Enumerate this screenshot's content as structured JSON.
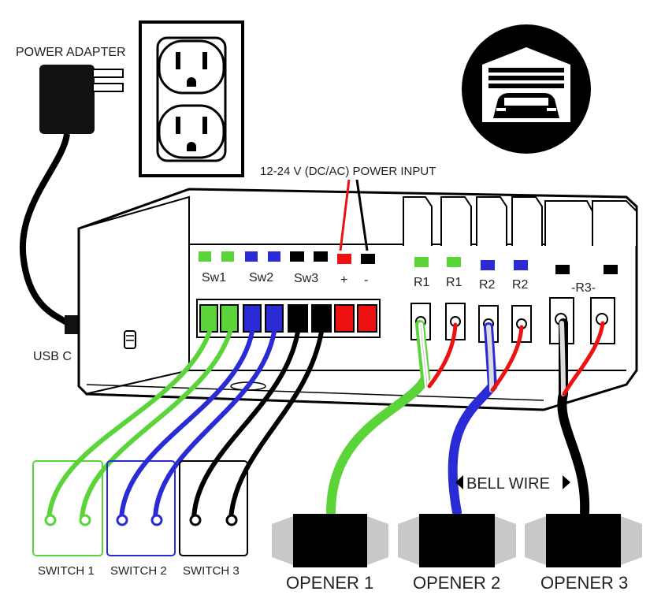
{
  "labels": {
    "power_adapter": "POWER ADAPTER",
    "usb_c": "USB C",
    "power_input": "12-24 V (DC/AC) POWER INPUT",
    "bell_wire": "BELL WIRE"
  },
  "terminal_labels": {
    "sw1": "Sw1",
    "sw2": "Sw2",
    "sw3": "Sw3",
    "plus": "+",
    "minus": "-",
    "r1a": "R1",
    "r1b": "R1",
    "r2a": "R2",
    "r2b": "R2",
    "r3": "-R3-"
  },
  "switches": [
    {
      "label": "SWITCH 1",
      "color": "#5bd43a"
    },
    {
      "label": "SWITCH 2",
      "color": "#2b2bd6"
    },
    {
      "label": "SWITCH 3",
      "color": "#000000"
    }
  ],
  "openers": [
    {
      "label": "OPENER 1",
      "color": "#5bd43a"
    },
    {
      "label": "OPENER 2",
      "color": "#2b2bd6"
    },
    {
      "label": "OPENER 3",
      "color": "#000000"
    }
  ],
  "colors": {
    "green": "#5bd43a",
    "blue": "#2b2bd6",
    "black": "#000000",
    "red": "#ee1111",
    "gray": "#c8c8c8",
    "white": "#ffffff"
  },
  "icons": {
    "garage": "garage-car-icon",
    "outlet": "power-outlet-icon",
    "adapter": "power-adapter-icon",
    "arrow": "red-arrow-icon"
  }
}
